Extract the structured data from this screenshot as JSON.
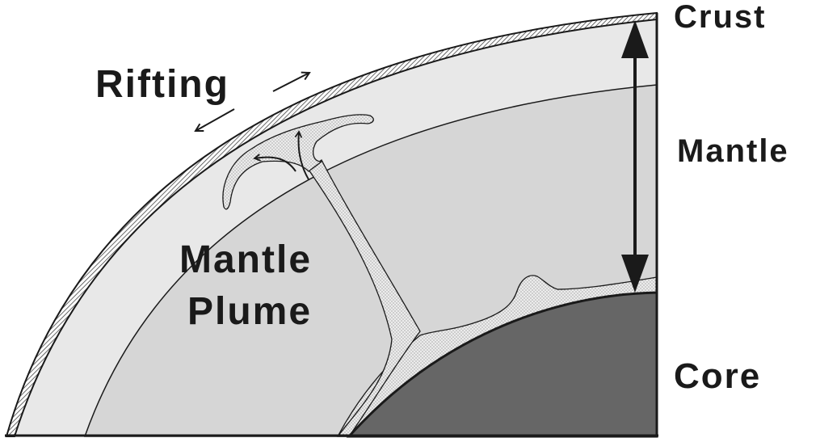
{
  "labels": {
    "crust": "Crust",
    "mantle": "Mantle",
    "core": "Core",
    "rifting": "Rifting",
    "plume_line1": "Mantle",
    "plume_line2": "Plume"
  },
  "colors": {
    "background": "#ffffff",
    "outline": "#1a1a1a",
    "upper_mantle": "#e8e8e8",
    "lower_mantle": "#d6d6d6",
    "core": "#666666",
    "plume": "#ebebeb",
    "crust_hatch": "#7a7a7a"
  }
}
